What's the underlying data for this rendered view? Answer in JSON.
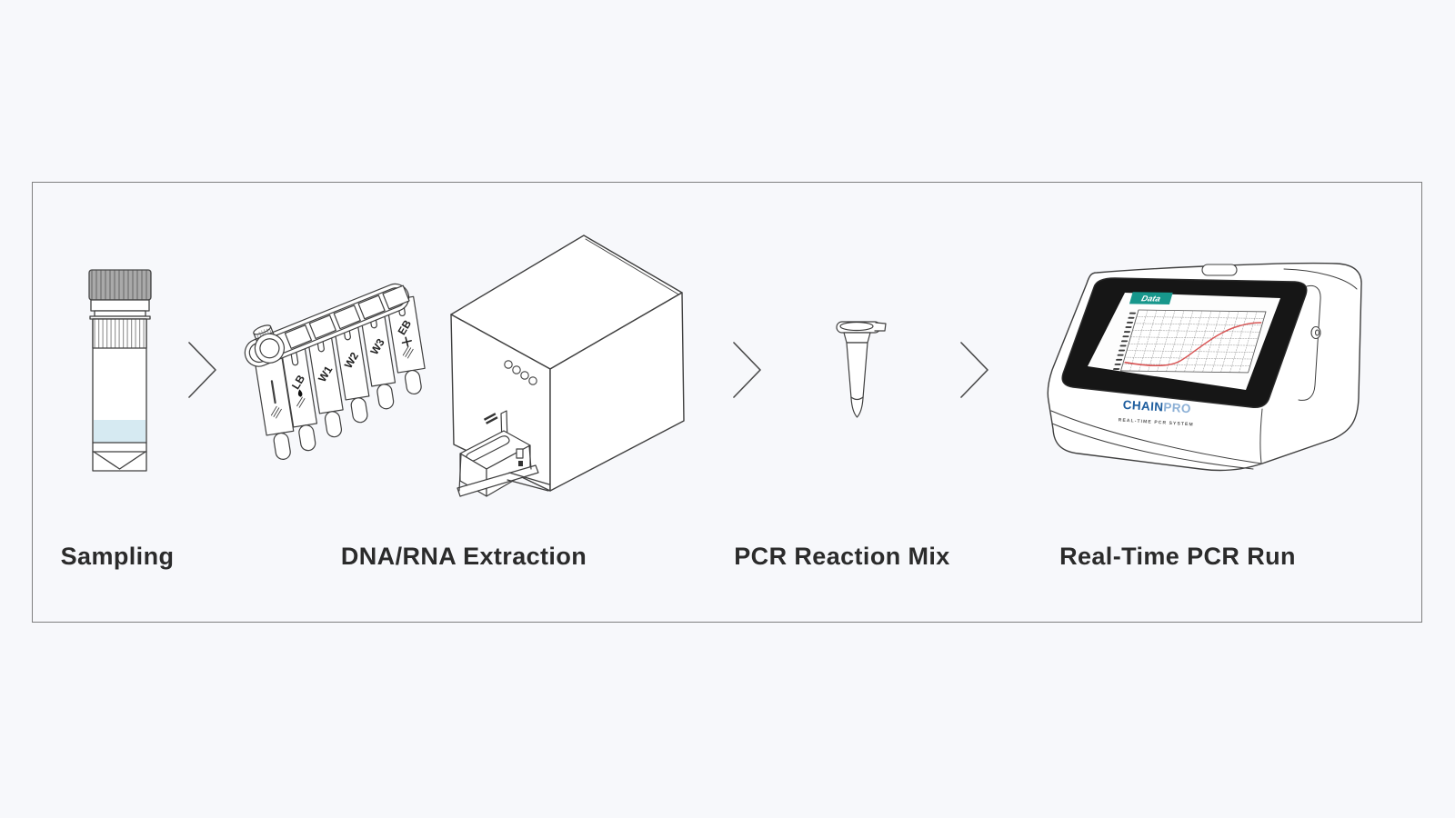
{
  "page": {
    "background": "#f7f8fb",
    "frame_border": "#7f7f7f"
  },
  "steps": [
    {
      "id": "sampling",
      "label": "Sampling"
    },
    {
      "id": "extraction",
      "label": "DNA/RNA Extraction"
    },
    {
      "id": "pcr-mix",
      "label": "PCR Reaction Mix"
    },
    {
      "id": "pcr-run",
      "label": "Real-Time PCR Run"
    }
  ],
  "cartridge": {
    "wells": [
      "LB",
      "W1",
      "W2",
      "W3",
      "EB"
    ]
  },
  "device": {
    "brand_bold": "CHAIN",
    "brand_light": "PRO",
    "tagline": "REAL-TIME PCR SYSTEM",
    "screen": {
      "tab_label": "Data",
      "tab_color": "#17978C",
      "curve_color": "#D85555"
    }
  },
  "colors": {
    "line": "#3f3f3f",
    "liquid_blue": "#D6EAF2",
    "cap_gray": "#A9A9A9",
    "brand_blue": "#1D5D9E",
    "brand_blue_light": "#8CB0D6"
  }
}
